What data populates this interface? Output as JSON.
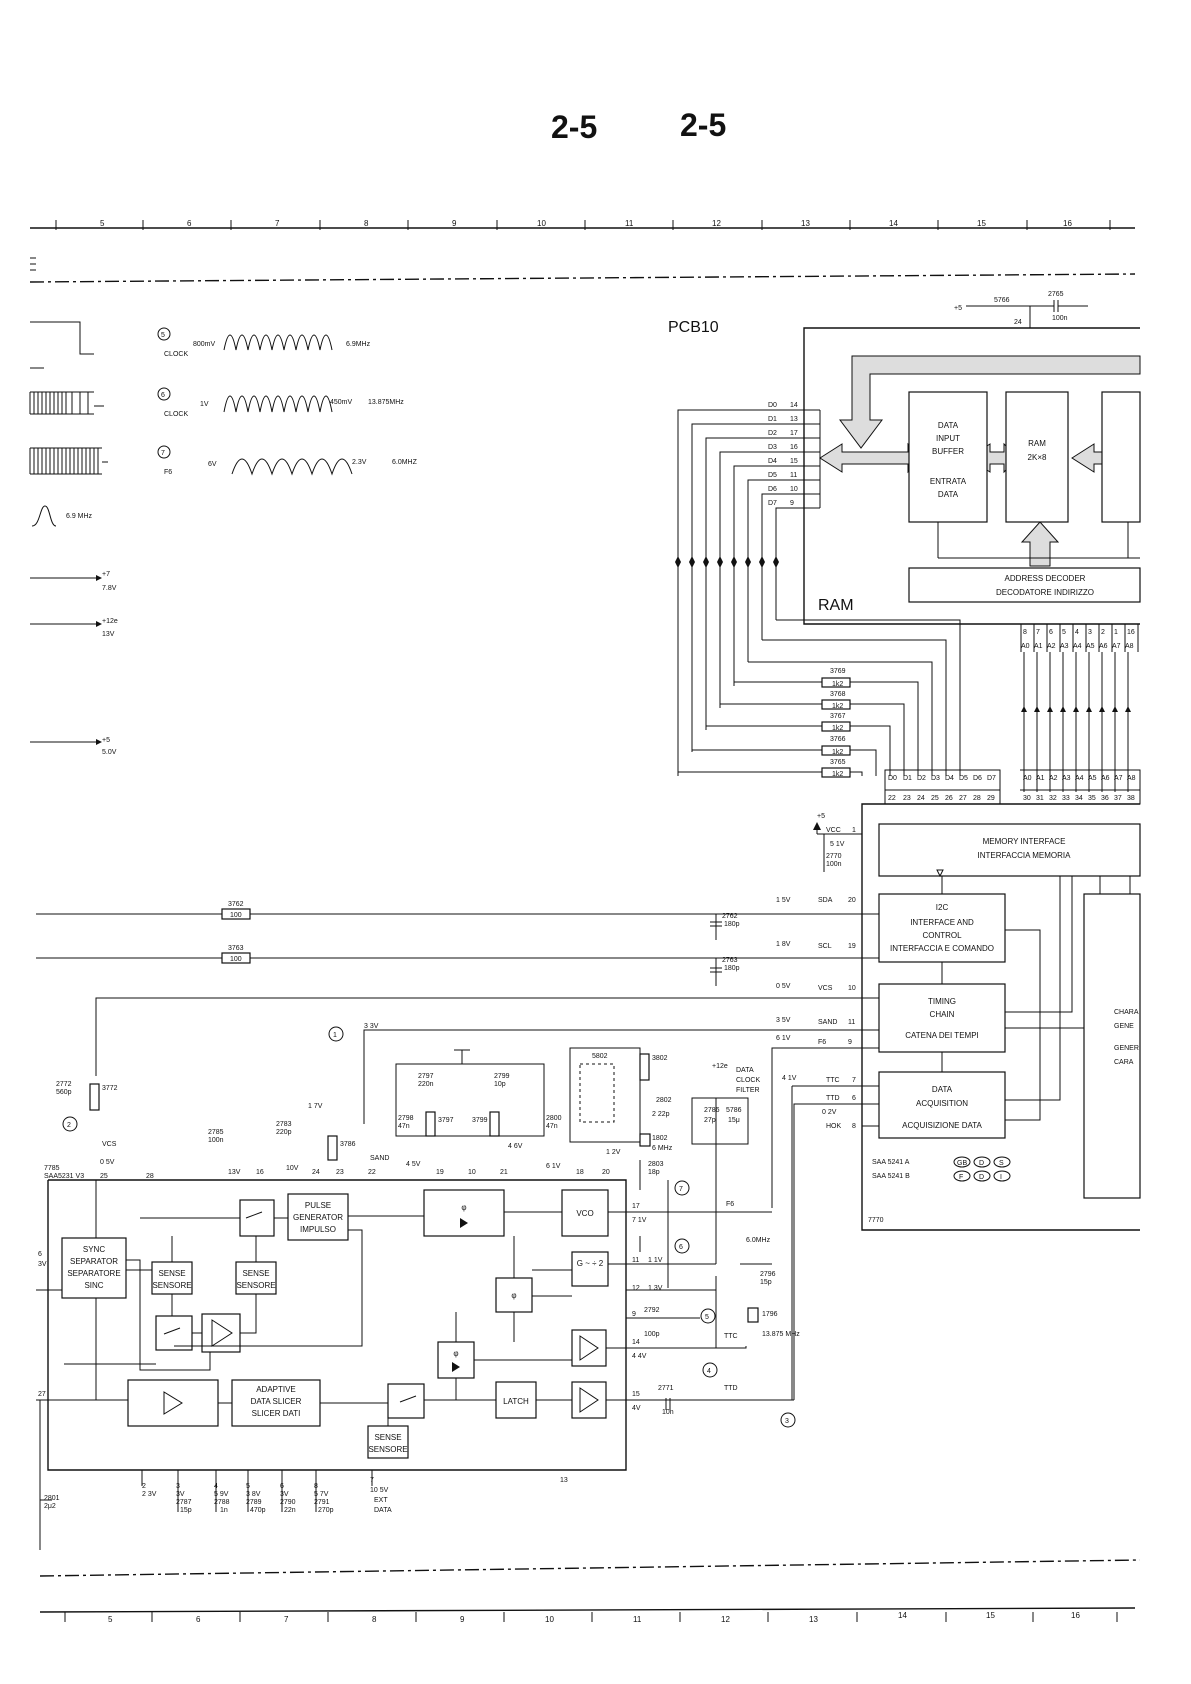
{
  "header": {
    "left_title": "2-5",
    "right_title": "2-5"
  },
  "grid": {
    "top_cols": [
      "5",
      "6",
      "7",
      "8",
      "9",
      "10",
      "11",
      "12",
      "13",
      "14",
      "15",
      "16"
    ],
    "bottom_cols": [
      "5",
      "6",
      "7",
      "8",
      "9",
      "10",
      "11",
      "12",
      "13",
      "14",
      "15",
      "16"
    ]
  },
  "board": {
    "pcb_label": "PCB10",
    "ram_label": "RAM",
    "ic_ref": "7770"
  },
  "waveforms": [
    {
      "marker": "5",
      "name": "CLOCK",
      "amp": "800mV",
      "freq": "6.9MHz"
    },
    {
      "marker": "6",
      "name": "CLOCK",
      "level": "1V",
      "amp": "450mV",
      "freq": "13.875MHz"
    },
    {
      "marker": "7",
      "name": "F6",
      "level": "6V",
      "amp": "2.3V",
      "freq": "6.0MHZ"
    }
  ],
  "left_legend": {
    "pulse_freq": "6.9 MHz",
    "supplies": [
      {
        "rail": "+7",
        "volt": "7.8V"
      },
      {
        "rail": "+12e",
        "volt": "13V"
      },
      {
        "rail": "+5",
        "volt": "5.0V"
      }
    ]
  },
  "data_lines": [
    {
      "name": "D0",
      "pin": "14"
    },
    {
      "name": "D1",
      "pin": "13"
    },
    {
      "name": "D2",
      "pin": "17"
    },
    {
      "name": "D3",
      "pin": "16"
    },
    {
      "name": "D4",
      "pin": "15"
    },
    {
      "name": "D5",
      "pin": "11"
    },
    {
      "name": "D6",
      "pin": "10"
    },
    {
      "name": "D7",
      "pin": "9"
    }
  ],
  "ram_blocks": {
    "data_input_buffer": [
      "DATA",
      "INPUT",
      "BUFFER",
      "ENTRATA",
      "DATA"
    ],
    "ram": [
      "RAM",
      "2K×8"
    ],
    "address_decoder": [
      "ADDRESS DECODER",
      "DECODATORE INDIRIZZO"
    ]
  },
  "addr_top": [
    "8",
    "7",
    "6",
    "5",
    "4",
    "3",
    "2",
    "1",
    "16"
  ],
  "addr_names_top": [
    "A0",
    "A1",
    "A2",
    "A3",
    "A4",
    "A5",
    "A6",
    "A7",
    "A8"
  ],
  "resistors": [
    {
      "ref": "3769",
      "val": "1k2"
    },
    {
      "ref": "3768",
      "val": "1k2"
    },
    {
      "ref": "3767",
      "val": "1k2"
    },
    {
      "ref": "3766",
      "val": "1k2"
    },
    {
      "ref": "3765",
      "val": "1k2"
    }
  ],
  "bus_d": {
    "names": [
      "D0",
      "D1",
      "D2",
      "D3",
      "D4",
      "D5",
      "D6",
      "D7"
    ],
    "pins": [
      "22",
      "23",
      "24",
      "25",
      "26",
      "27",
      "28",
      "29"
    ]
  },
  "bus_a": {
    "names": [
      "A0",
      "A1",
      "A2",
      "A3",
      "A4",
      "A5",
      "A6",
      "A7",
      "A8"
    ],
    "pins": [
      "30",
      "31",
      "32",
      "33",
      "34",
      "35",
      "36",
      "37",
      "38"
    ]
  },
  "top_supply": {
    "rail": "+5",
    "coil": "5766",
    "cap": "2765",
    "cap_val": "100n",
    "pin": "24"
  },
  "vcc": {
    "rail": "+5",
    "name": "VCC",
    "pin": "1",
    "volt": "5 1V",
    "cap": "2770",
    "cap_val": "100n"
  },
  "blocks": {
    "memory_interface": [
      "MEMORY INTERFACE",
      "INTERFACCIA MEMORIA"
    ],
    "i2c": [
      "I2C",
      "INTERFACE AND",
      "CONTROL",
      "INTERFACCIA E COMANDO"
    ],
    "timing": [
      "TIMING",
      "CHAIN",
      "CATENA DEI TEMPI"
    ],
    "acquisition": [
      "DATA",
      "ACQUISITION",
      "ACQUISIZIONE DATA"
    ],
    "char_gen": [
      "CHARA",
      "GENE",
      "GENER",
      "CARA"
    ]
  },
  "ic_pins": [
    {
      "name": "SDA",
      "pin": "20",
      "volt": "1 5V"
    },
    {
      "name": "SCL",
      "pin": "19",
      "volt": "1 8V"
    },
    {
      "name": "VCS",
      "pin": "10",
      "volt": "0 5V"
    },
    {
      "name": "SAND",
      "pin": "11",
      "volt": "3 5V"
    },
    {
      "name": "F6",
      "pin": "9",
      "volt": "6 1V"
    },
    {
      "name": "TTC",
      "pin": "7",
      "volt": "4 1V"
    },
    {
      "name": "TTD",
      "pin": "6",
      "volt": "0 2V"
    },
    {
      "name": "HOK",
      "pin": "8",
      "volt": ""
    }
  ],
  "ic_variants": [
    "SAA 5241 A",
    "SAA 5241 B"
  ],
  "variant_marks": [
    [
      "GB",
      "D",
      "S"
    ],
    [
      "F",
      "D",
      "I"
    ]
  ],
  "bus_resistors": [
    {
      "ref": "3762",
      "val": "100",
      "cap": "2762",
      "cap_val": "180p"
    },
    {
      "ref": "3763",
      "val": "100",
      "cap": "2763",
      "cap_val": "180p"
    }
  ],
  "slicer_ic": {
    "ref": "7785",
    "type": "SAA5231 V3"
  },
  "slicer_blocks": {
    "sync": [
      "SYNC",
      "SEPARATOR",
      "SEPARATORE",
      "SINC"
    ],
    "sense1": [
      "SENSE",
      "SENSORE"
    ],
    "sense2": [
      "SENSE",
      "SENSORE"
    ],
    "sense3": [
      "SENSE",
      "SENSORE"
    ],
    "pulse": [
      "PULSE",
      "GENERATOR",
      "IMPULSO"
    ],
    "adaptive": [
      "ADAPTIVE",
      "DATA SLICER",
      "SLICER DATI"
    ],
    "vco": "VCO",
    "latch": "LATCH",
    "divider": "G ~ ÷ 2",
    "phi": "φ",
    "data_clock": [
      "+12e",
      "DATA",
      "CLOCK",
      "FILTER"
    ]
  },
  "slicer_labels": {
    "vcs": "VCS",
    "vcs_v": "0 5V",
    "sand": "SAND",
    "pin25": "25",
    "pin28": "28",
    "pin22": "22",
    "v33": "3 3V",
    "v17": "1 7V",
    "pin24": "24",
    "pin23": "23",
    "pin19": "19",
    "pin10": "10",
    "pin21": "21",
    "pin18": "18",
    "pin20": "20",
    "pin17": "17",
    "pin11": "11",
    "pin12": "12",
    "pin9": "9",
    "pin14": "14",
    "pin15": "15",
    "pin13": "13",
    "pin16": "16",
    "v45": "4 5V",
    "v46": "4 6V",
    "v61": "6 1V",
    "v12": "1 2V",
    "v71": "7 1V",
    "v11": "1 1V",
    "v13": "1 3V",
    "v44": "4 4V",
    "v4": "4V",
    "v13b": "13V",
    "v10": "10V",
    "f6": "F6",
    "f6_freq": "6.0MHz",
    "ttc": "TTC",
    "ttd": "TTD"
  },
  "components": [
    {
      "ref": "2797",
      "val": "220n"
    },
    {
      "ref": "2799",
      "val": "10p"
    },
    {
      "ref": "2798",
      "val": "47n"
    },
    {
      "ref": "3797",
      "val": ""
    },
    {
      "ref": "3799",
      "val": ""
    },
    {
      "ref": "2800",
      "val": "47n"
    },
    {
      "ref": "5802",
      "val": ""
    },
    {
      "ref": "3802",
      "val": ""
    },
    {
      "ref": "2802",
      "val": "2 22p"
    },
    {
      "ref": "1802",
      "val": "6 MHz"
    },
    {
      "ref": "2803",
      "val": "18p"
    },
    {
      "ref": "2786",
      "val": "27p"
    },
    {
      "ref": "5786",
      "val": "15μ"
    },
    {
      "ref": "2785",
      "val": "100n"
    },
    {
      "ref": "2783",
      "val": "220p"
    },
    {
      "ref": "3786",
      "val": ""
    },
    {
      "ref": "2772",
      "val": "560p"
    },
    {
      "ref": "3772",
      "val": ""
    },
    {
      "ref": "2796",
      "val": "15p"
    },
    {
      "ref": "1796",
      "val": "13.875 MHz"
    },
    {
      "ref": "2792",
      "val": "100p"
    },
    {
      "ref": "2771",
      "val": "10n"
    },
    {
      "ref": "2801",
      "val": "2μ2"
    }
  ],
  "bottom_pins": [
    {
      "pin": "2",
      "volt": "2 3V",
      "ref": "",
      "val": ""
    },
    {
      "pin": "3",
      "volt": "3V",
      "ref": "2787",
      "val": "15p"
    },
    {
      "pin": "4",
      "volt": "5 9V",
      "ref": "2788",
      "val": "1n"
    },
    {
      "pin": "5",
      "volt": "3 8V",
      "ref": "2789",
      "val": "470p"
    },
    {
      "pin": "6",
      "volt": "3V",
      "ref": "2790",
      "val": "22n"
    },
    {
      "pin": "8",
      "volt": "5 7V",
      "ref": "2791",
      "val": "270p"
    },
    {
      "pin": "7",
      "volt": "10 5V",
      "ref": "EXT",
      "val": "DATA"
    }
  ],
  "markers": [
    "1",
    "2",
    "3",
    "4",
    "5",
    "6",
    "7"
  ],
  "left_pins": [
    {
      "pin": "6",
      "volt": "3V"
    },
    {
      "pin": "27",
      "volt": ""
    }
  ]
}
